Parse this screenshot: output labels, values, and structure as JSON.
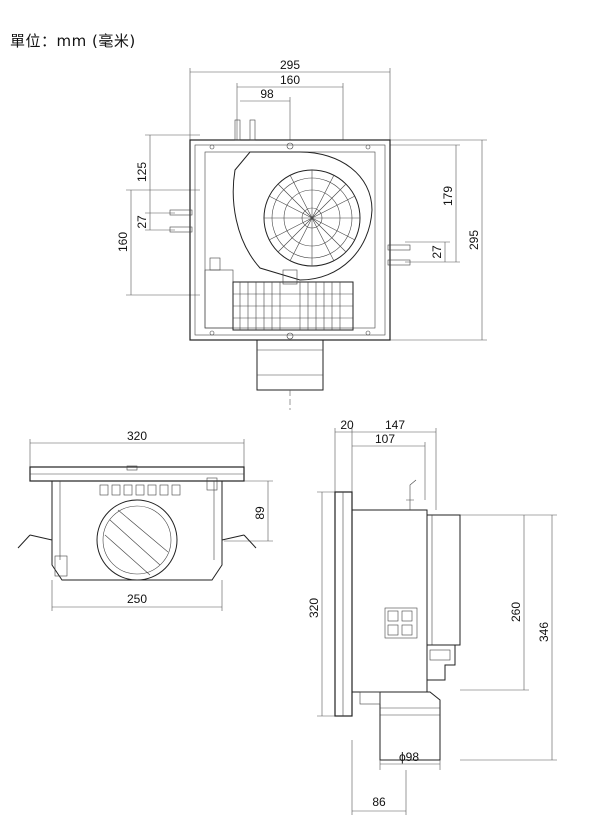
{
  "unit_label": "單位：mm (毫米)",
  "top_view": {
    "width_295": "295",
    "width_160": "160",
    "width_98": "98",
    "left_125": "125",
    "left_27": "27",
    "left_160": "160",
    "right_179": "179",
    "right_27": "27",
    "right_295": "295"
  },
  "front_view": {
    "width_320": "320",
    "width_250": "250",
    "height_89": "89"
  },
  "side_view": {
    "width_20": "20",
    "width_147": "147",
    "width_107": "107",
    "height_320": "320",
    "height_260": "260",
    "height_346": "346",
    "duct_diameter": "ϕ98",
    "duct_86": "86"
  }
}
